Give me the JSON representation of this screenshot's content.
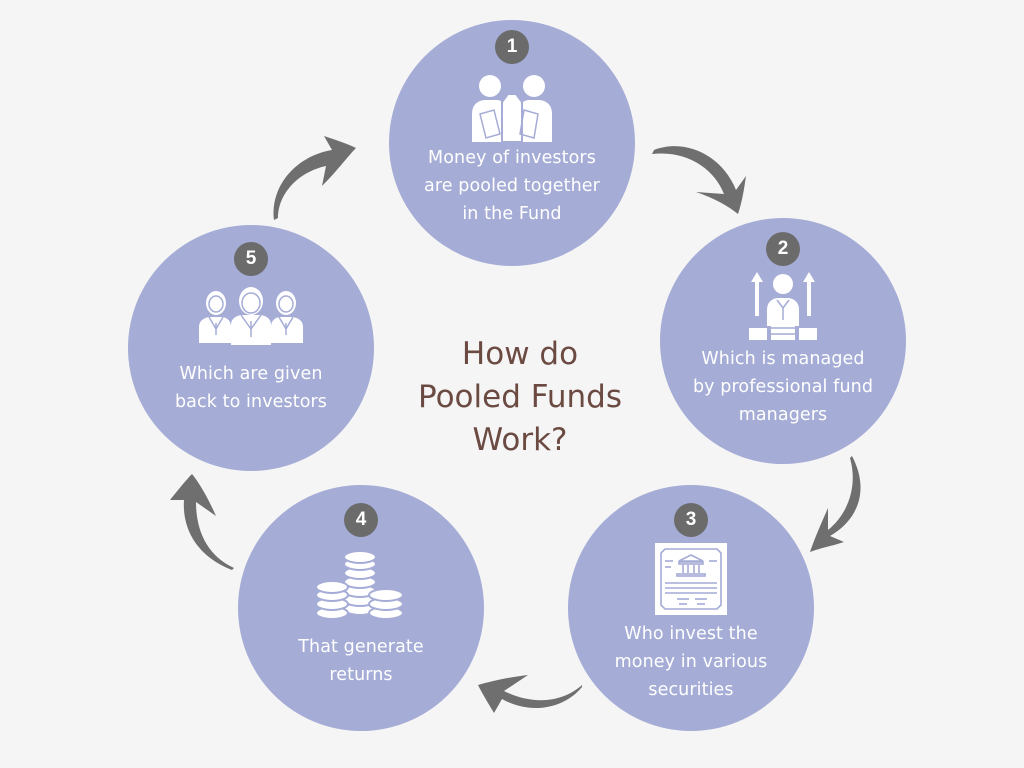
{
  "title": "How do\nPooled Funds\nWork?",
  "colors": {
    "background": "#f5f5f5",
    "circle": "#a5acd6",
    "badge": "#6b6b6b",
    "arrow": "#6f6f6f",
    "title": "#6b4a42"
  },
  "steps": [
    {
      "number": "1",
      "icon": "investors-money-bags-icon",
      "text": "Money of investors\nare pooled together\nin the Fund"
    },
    {
      "number": "2",
      "icon": "fund-manager-growth-icon",
      "text": "Which is managed\nby professional fund\nmanagers"
    },
    {
      "number": "3",
      "icon": "securities-certificate-icon",
      "text": "Who invest the\nmoney in various\nsecurities"
    },
    {
      "number": "4",
      "icon": "coin-stacks-icon",
      "text": "That generate\nreturns"
    },
    {
      "number": "5",
      "icon": "investors-group-icon",
      "text": "Which are given\nback to investors"
    }
  ]
}
